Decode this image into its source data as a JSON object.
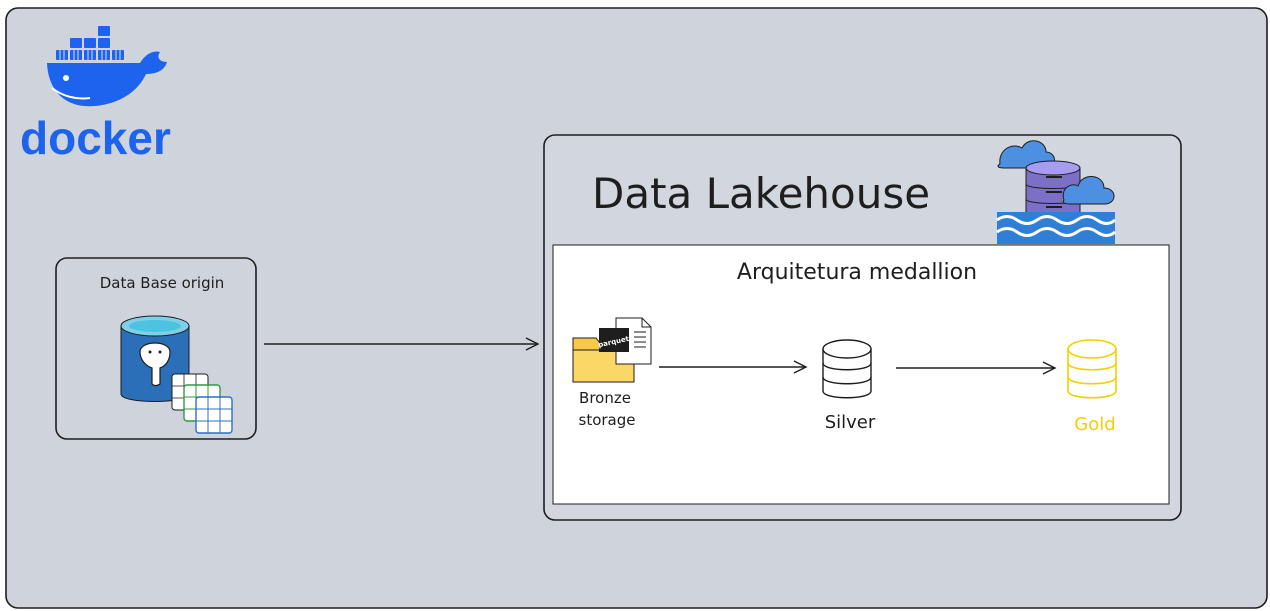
{
  "docker": {
    "logo_text": "docker",
    "brand_color": "#1d63ed"
  },
  "origin": {
    "title": "Data Base origin"
  },
  "lakehouse": {
    "title": "Data Lakehouse"
  },
  "medallion": {
    "title": "Arquitetura medallion",
    "bronze_label_line1": "Bronze",
    "bronze_label_line2": "storage",
    "parquet_text": "parquet",
    "silver_label": "Silver",
    "gold_label": "Gold",
    "gold_color": "#f5d000"
  },
  "colors": {
    "outer_bg": "#cfd4dc",
    "lakehouse_bg": "#d2d6de",
    "stroke": "#1e1e1e",
    "postgres_blue": "#336791",
    "wave_blue": "#2f7fd6",
    "cloud_blue": "#4d8fe0",
    "server_purple": "#7b6fc6"
  }
}
